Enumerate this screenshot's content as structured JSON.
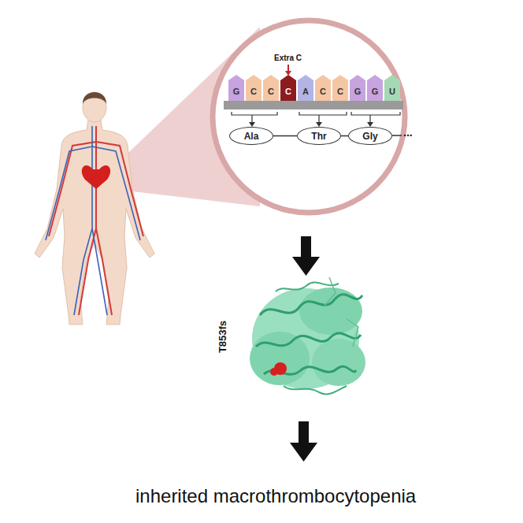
{
  "diagram": {
    "nodes": [
      {
        "text": [
          "G"
        ]
      },
      {
        "text": [
          "C"
        ]
      },
      {
        "text": [
          "C"
        ]
      },
      {
        "text": [
          "C"
        ]
      },
      {
        "text": [
          "A"
        ]
      },
      {
        "text": [
          "C"
        ]
      },
      {
        "text": [
          "C"
        ]
      },
      {
        "text": [
          "G"
        ]
      },
      {
        "text": [
          "G"
        ]
      },
      {
        "text": [
          "U"
        ]
      },
      {
        "text": [
          "Ala"
        ]
      },
      {
        "text": [
          "Thr"
        ]
      },
      {
        "text": [
          "Gly"
        ]
      }
    ],
    "edges": [
      {
        "from": 10,
        "to": 11,
        "arrow": "none"
      },
      {
        "from": 11,
        "to": 12,
        "arrow": "none"
      }
    ],
    "labels": [
      "Extra C",
      "...",
      "T853fs",
      "inherited macrothrombocytopenia"
    ]
  }
}
